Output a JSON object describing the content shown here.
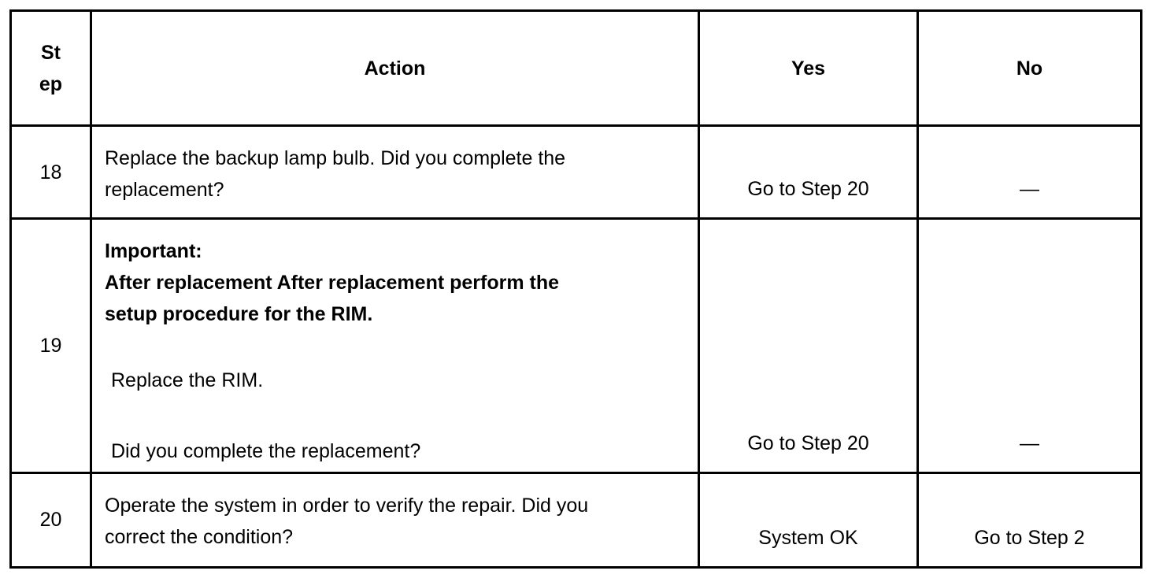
{
  "table": {
    "headers": {
      "step_line1": "St",
      "step_line2": "ep",
      "action": "Action",
      "yes": "Yes",
      "no": "No"
    },
    "rows": [
      {
        "step": "18",
        "action_lines": [
          "Replace the backup lamp bulb. Did you complete the",
          "replacement?"
        ],
        "yes": "Go to Step 20",
        "no": "—"
      },
      {
        "step": "19",
        "important_title": "Important:",
        "important_lines": [
          "After replacement After replacement perform the",
          "setup procedure for the RIM."
        ],
        "instruction": "Replace the RIM.",
        "question": "Did you complete the replacement?",
        "yes": "Go to Step 20",
        "no": "—"
      },
      {
        "step": "20",
        "action_lines": [
          "Operate the system in order to verify the repair. Did you",
          "correct the condition?"
        ],
        "yes": "System OK",
        "no": "Go to Step 2"
      }
    ]
  }
}
